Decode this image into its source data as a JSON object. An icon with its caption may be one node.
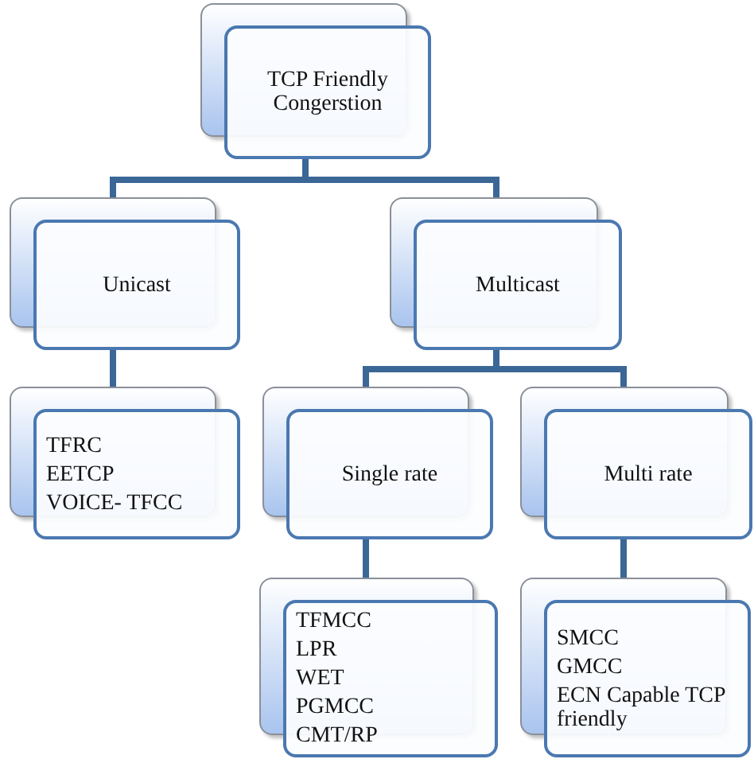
{
  "diagram": {
    "nodes": [
      {
        "text": [
          "TCP Friendly Congerstion"
        ]
      },
      {
        "text": [
          "Unicast"
        ]
      },
      {
        "text": [
          "Multicast"
        ]
      },
      {
        "text": [
          "TFRC",
          "EETCP",
          "VOICE- TFCC"
        ]
      },
      {
        "text": [
          "Single rate"
        ]
      },
      {
        "text": [
          "Multi rate"
        ]
      },
      {
        "text": [
          "TFMCC",
          "LPR",
          "WET",
          "PGMCC",
          "CMT/RP"
        ]
      },
      {
        "text": [
          "SMCC",
          "GMCC",
          "ECN Capable TCP friendly"
        ]
      }
    ],
    "edges": [
      {
        "from": 0,
        "to": 1,
        "arrow": "none"
      },
      {
        "from": 0,
        "to": 2,
        "arrow": "none"
      },
      {
        "from": 1,
        "to": 3,
        "arrow": "none"
      },
      {
        "from": 2,
        "to": 4,
        "arrow": "none"
      },
      {
        "from": 2,
        "to": 5,
        "arrow": "none"
      },
      {
        "from": 4,
        "to": 6,
        "arrow": "none"
      },
      {
        "from": 5,
        "to": 7,
        "arrow": "none"
      }
    ]
  }
}
